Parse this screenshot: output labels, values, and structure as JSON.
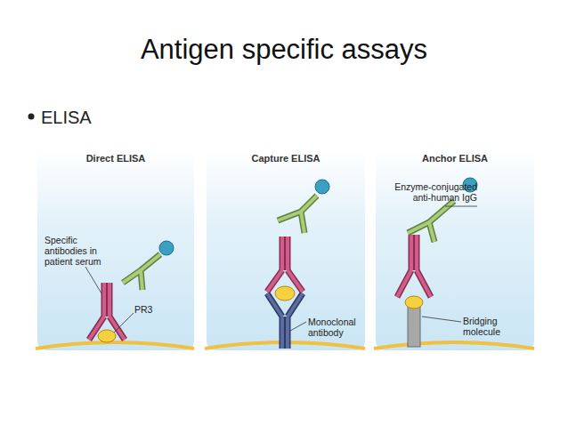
{
  "diagram": {
    "title": "Antigen specific assays",
    "nodes": [
      {
        "text": [
          "Direct ELISA"
        ]
      },
      {
        "text": [
          "Capture ELISA"
        ]
      },
      {
        "text": [
          "Anchor ELISA"
        ]
      }
    ],
    "labels": [
      "ELISA",
      "Specific antibodies in patient serum",
      "PR3",
      "Monoclonal antibody",
      "Enzyme-conjugated anti-human IgG",
      "Bridging molecule"
    ]
  }
}
